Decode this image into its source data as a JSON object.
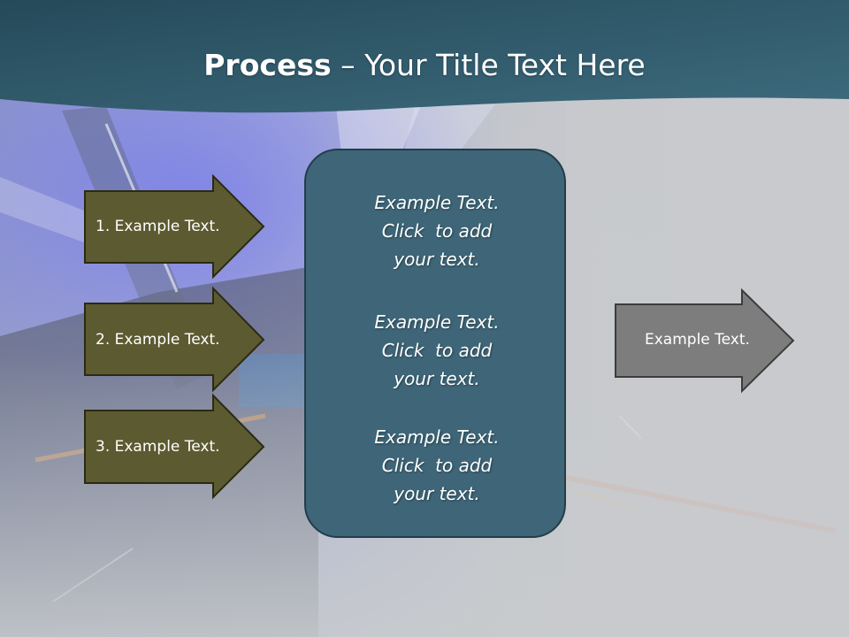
{
  "slide": {
    "title_bold": "Process",
    "title_rest": " – Your Title Text Here"
  },
  "inputs": [
    {
      "label": "1. Example Text."
    },
    {
      "label": "2. Example Text."
    },
    {
      "label": "3. Example Text."
    }
  ],
  "center_box": {
    "blocks": [
      {
        "lines": [
          "Example Text.",
          "Click  to add",
          "your text."
        ]
      },
      {
        "lines": [
          "Example Text.",
          "Click  to add",
          "your text."
        ]
      },
      {
        "lines": [
          "Example Text.",
          "Click  to add",
          "your text."
        ]
      }
    ]
  },
  "output": {
    "label": "Example Text."
  },
  "colors": {
    "header": "#2f5a6b",
    "input_arrow_fill": "#5c5a30",
    "center_fill": "#3e6678",
    "output_arrow_fill": "#7d7d7d"
  }
}
